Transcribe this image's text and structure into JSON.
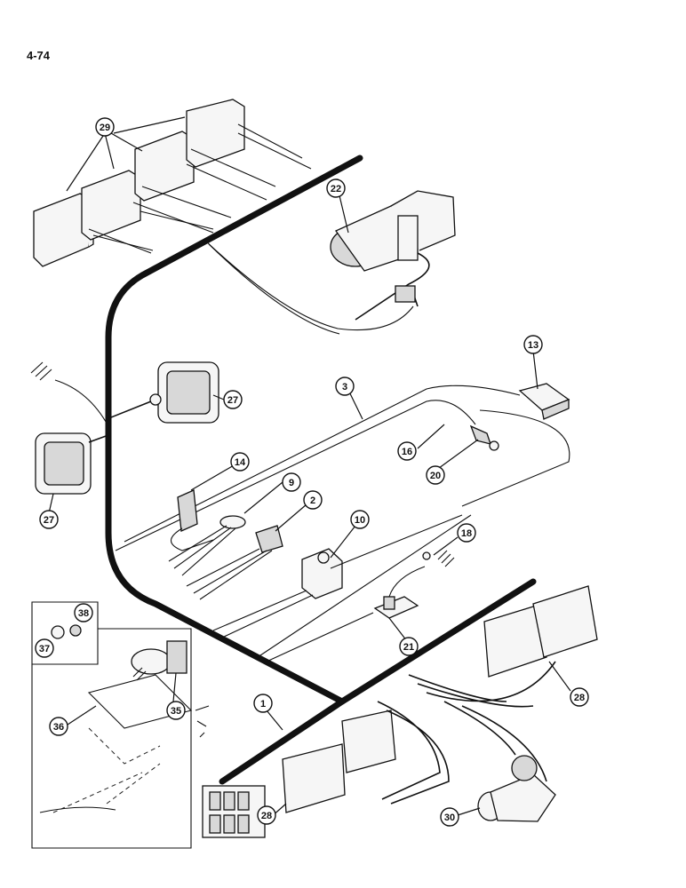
{
  "page": {
    "number": "4-74"
  },
  "callouts": [
    {
      "id": "c29",
      "label": "29"
    },
    {
      "id": "c22",
      "label": "22"
    },
    {
      "id": "c13",
      "label": "13"
    },
    {
      "id": "c3",
      "label": "3"
    },
    {
      "id": "c27a",
      "label": "27"
    },
    {
      "id": "c27b",
      "label": "27"
    },
    {
      "id": "c16",
      "label": "16"
    },
    {
      "id": "c20",
      "label": "20"
    },
    {
      "id": "c14",
      "label": "14"
    },
    {
      "id": "c9",
      "label": "9"
    },
    {
      "id": "c2",
      "label": "2"
    },
    {
      "id": "c10",
      "label": "10"
    },
    {
      "id": "c18",
      "label": "18"
    },
    {
      "id": "c38",
      "label": "38"
    },
    {
      "id": "c37",
      "label": "37"
    },
    {
      "id": "c35",
      "label": "35"
    },
    {
      "id": "c36",
      "label": "36"
    },
    {
      "id": "c21",
      "label": "21"
    },
    {
      "id": "c1",
      "label": "1"
    },
    {
      "id": "c28a",
      "label": "28"
    },
    {
      "id": "c28b",
      "label": "28"
    },
    {
      "id": "c30",
      "label": "30"
    }
  ]
}
